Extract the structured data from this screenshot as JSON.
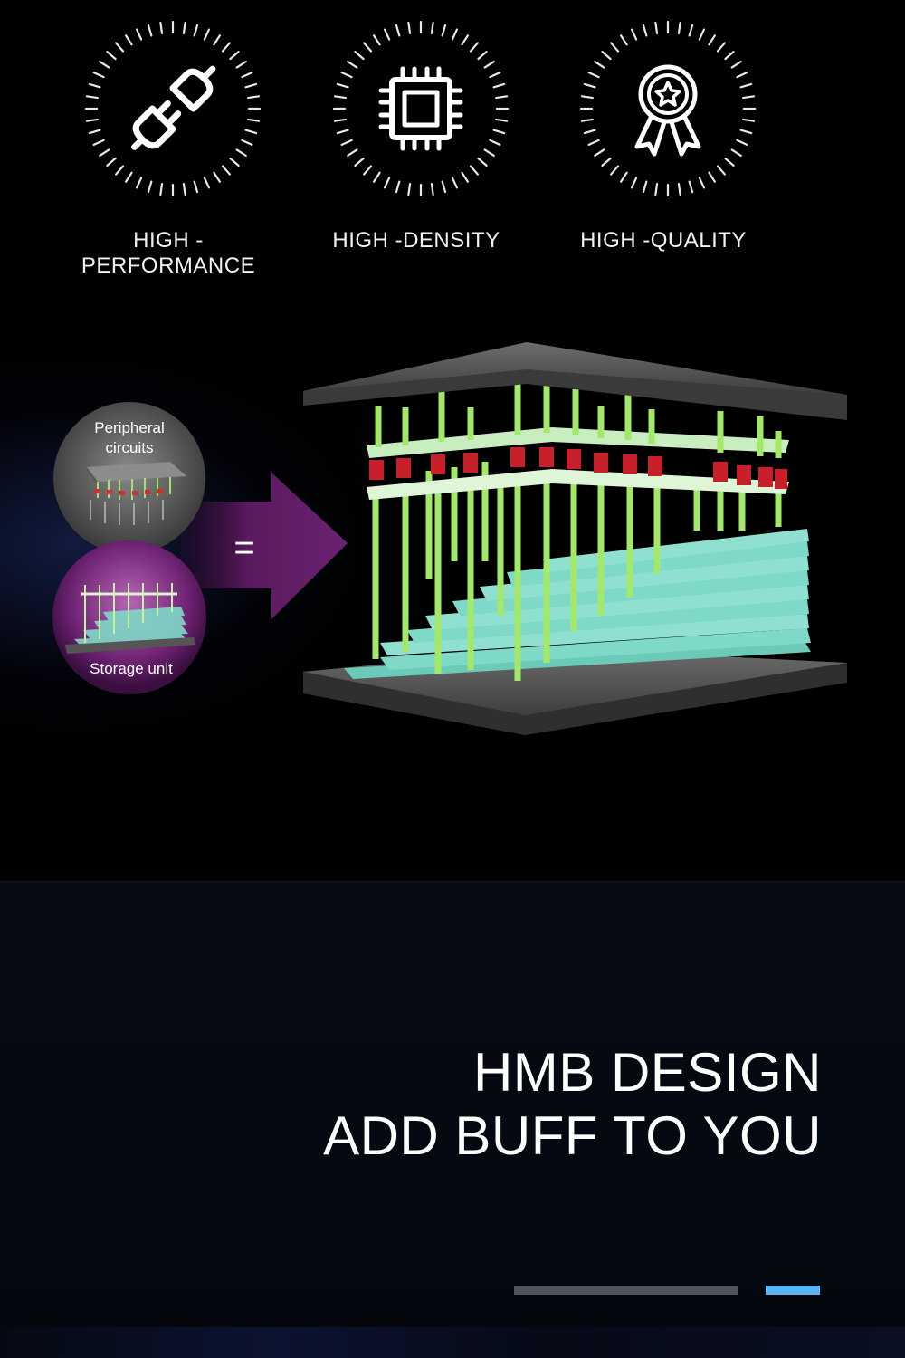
{
  "features": [
    {
      "label": "HIGH -PERFORMANCE",
      "icon": "plug-icon"
    },
    {
      "label": "HIGH -DENSITY",
      "icon": "chip-icon"
    },
    {
      "label": "HIGH -QUALITY",
      "icon": "award-ribbon-icon"
    }
  ],
  "diagram": {
    "peripheral_label_line1": "Peripheral",
    "peripheral_label_line2": "circuits",
    "storage_label": "Storage unit",
    "plus": "+",
    "equals": "="
  },
  "headline": {
    "line1": "HMB DESIGN",
    "line2": "ADD BUFF TO YOU"
  },
  "colors": {
    "background": "#000000",
    "accent_blue": "#5ab4f0",
    "pillar_green": "#9be05a",
    "cap_red": "#c8202a",
    "step_teal": "#7fd9c8",
    "arrow_purple": "#5a1a5e"
  }
}
